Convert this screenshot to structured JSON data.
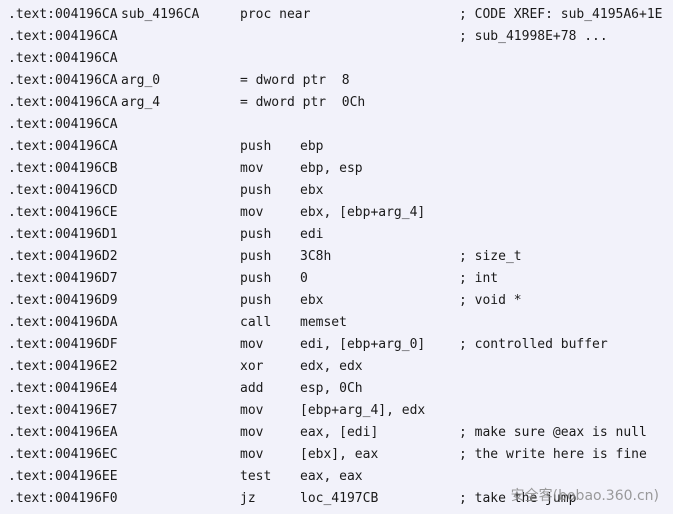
{
  "listing": {
    "lines": [
      {
        "addr": ".text:004196CA",
        "name": "sub_4196CA",
        "op": "proc near",
        "args": "",
        "comment": "; CODE XREF: sub_4195A6+1E"
      },
      {
        "addr": ".text:004196CA",
        "name": "",
        "op": "",
        "args": "",
        "comment": "; sub_41998E+78 ..."
      },
      {
        "addr": ".text:004196CA",
        "name": "",
        "op": "",
        "args": "",
        "comment": ""
      },
      {
        "addr": ".text:004196CA",
        "name": "arg_0",
        "op": "= dword ptr  8",
        "args": "",
        "comment": ""
      },
      {
        "addr": ".text:004196CA",
        "name": "arg_4",
        "op": "= dword ptr  0Ch",
        "args": "",
        "comment": ""
      },
      {
        "addr": ".text:004196CA",
        "name": "",
        "op": "",
        "args": "",
        "comment": ""
      },
      {
        "addr": ".text:004196CA",
        "name": "",
        "op": "push",
        "args": "ebp",
        "comment": ""
      },
      {
        "addr": ".text:004196CB",
        "name": "",
        "op": "mov",
        "args": "ebp, esp",
        "comment": ""
      },
      {
        "addr": ".text:004196CD",
        "name": "",
        "op": "push",
        "args": "ebx",
        "comment": ""
      },
      {
        "addr": ".text:004196CE",
        "name": "",
        "op": "mov",
        "args": "ebx, [ebp+arg_4]",
        "comment": ""
      },
      {
        "addr": ".text:004196D1",
        "name": "",
        "op": "push",
        "args": "edi",
        "comment": ""
      },
      {
        "addr": ".text:004196D2",
        "name": "",
        "op": "push",
        "args": "3C8h",
        "comment": "; size_t"
      },
      {
        "addr": ".text:004196D7",
        "name": "",
        "op": "push",
        "args": "0",
        "comment": "; int"
      },
      {
        "addr": ".text:004196D9",
        "name": "",
        "op": "push",
        "args": "ebx",
        "comment": "; void *"
      },
      {
        "addr": ".text:004196DA",
        "name": "",
        "op": "call",
        "args": "memset",
        "comment": ""
      },
      {
        "addr": ".text:004196DF",
        "name": "",
        "op": "mov",
        "args": "edi, [ebp+arg_0]",
        "comment": "; controlled buffer"
      },
      {
        "addr": ".text:004196E2",
        "name": "",
        "op": "xor",
        "args": "edx, edx",
        "comment": ""
      },
      {
        "addr": ".text:004196E4",
        "name": "",
        "op": "add",
        "args": "esp, 0Ch",
        "comment": ""
      },
      {
        "addr": ".text:004196E7",
        "name": "",
        "op": "mov",
        "args": "[ebp+arg_4], edx",
        "comment": ""
      },
      {
        "addr": ".text:004196EA",
        "name": "",
        "op": "mov",
        "args": "eax, [edi]",
        "comment": "; make sure @eax is null"
      },
      {
        "addr": ".text:004196EC",
        "name": "",
        "op": "mov",
        "args": "[ebx], eax",
        "comment": "; the write here is fine"
      },
      {
        "addr": ".text:004196EE",
        "name": "",
        "op": "test",
        "args": "eax, eax",
        "comment": ""
      },
      {
        "addr": ".text:004196F0",
        "name": "",
        "op": "jz",
        "args": "loc_4197CB",
        "comment": "; take the jump"
      }
    ]
  },
  "watermark": {
    "text": "安全客(bobao.360.cn)"
  }
}
